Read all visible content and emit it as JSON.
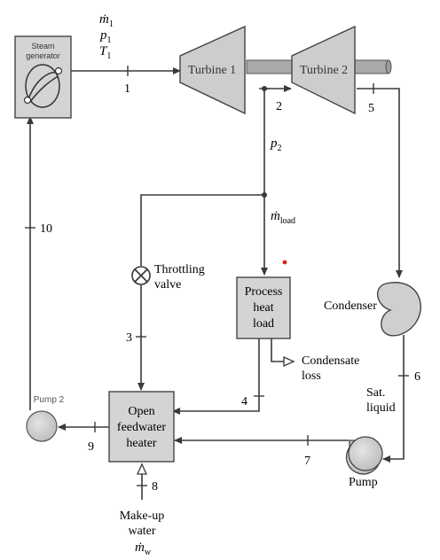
{
  "colors": {
    "component_fill": "#d4d4d4",
    "component_stroke": "#444444",
    "line": "#3a3a3a",
    "text": "#2a2a2a",
    "marker_dot": "#e0241b"
  },
  "inlet": {
    "mdot": "ṁ",
    "mdot_sub": "1",
    "p": "p",
    "p_sub": "1",
    "T": "T",
    "T_sub": "1"
  },
  "components": {
    "steam_generator": [
      "Steam",
      "generator"
    ],
    "turbine1": "Turbine 1",
    "turbine2": "Turbine 2",
    "condenser": "Condenser",
    "process_heat": [
      "Process",
      "heat",
      "load"
    ],
    "throttling_valve": [
      "Throttling",
      "valve"
    ],
    "feedwater_heater": [
      "Open",
      "feedwater",
      "heater"
    ],
    "pump1": "Pump",
    "pump2": "Pump 2"
  },
  "labels": {
    "p2": "p",
    "p2_sub": "2",
    "mdot_load": "ṁ",
    "mdot_load_sub": "load",
    "condensate_loss": [
      "Condensate",
      "loss"
    ],
    "sat_liquid": [
      "Sat.",
      "liquid"
    ],
    "makeup": [
      "Make-up",
      "water"
    ],
    "mdot_w": "ṁ",
    "mdot_w_sub": "w"
  },
  "states": [
    "1",
    "2",
    "3",
    "4",
    "5",
    "6",
    "7",
    "8",
    "9",
    "10"
  ]
}
